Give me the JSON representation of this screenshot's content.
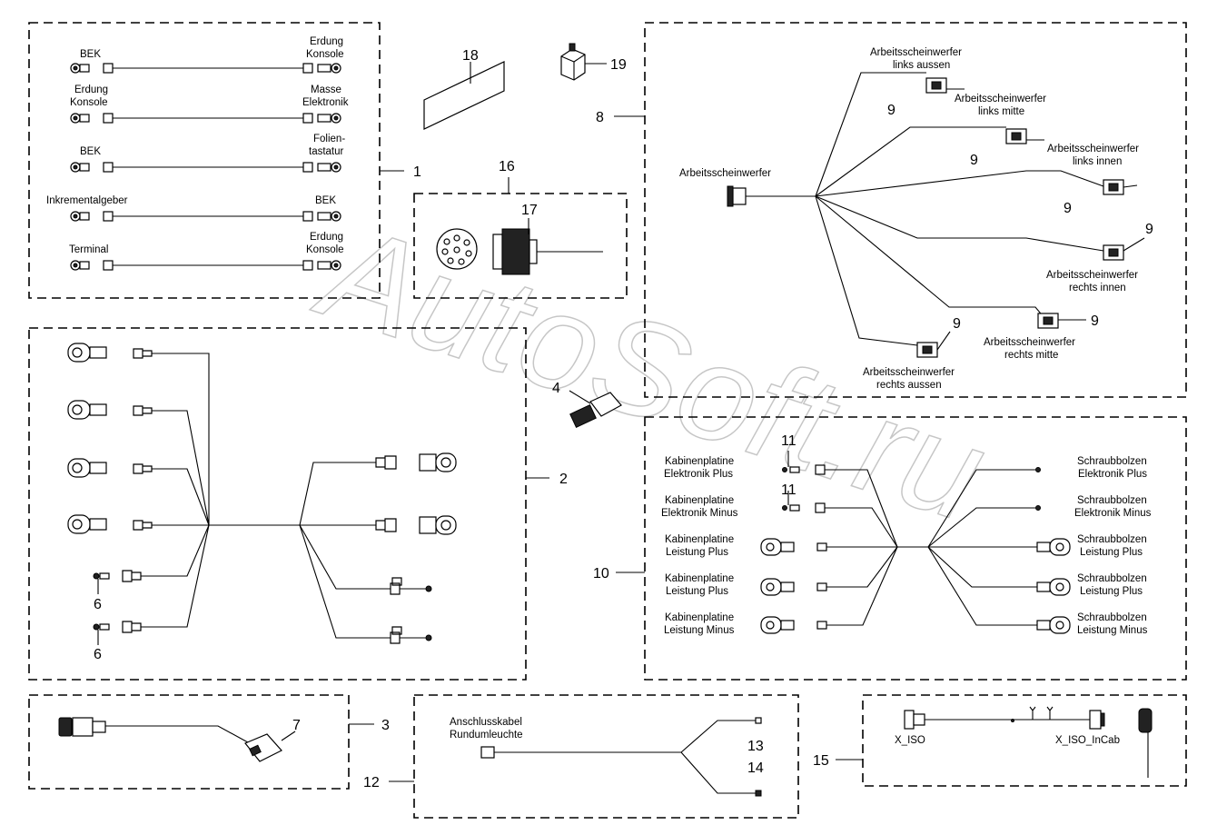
{
  "watermark": "AutoSoft.ru",
  "group1": {
    "callout": "1",
    "cables": [
      {
        "left": "BEK",
        "right1": "Erdung",
        "right2": "Konsole"
      },
      {
        "left1": "Erdung",
        "left2": "Konsole",
        "right1": "Masse",
        "right2": "Elektronik"
      },
      {
        "left": "BEK",
        "right1": "Folien-",
        "right2": "tastatur"
      },
      {
        "left": "Inkrementalgeber",
        "right": "BEK"
      },
      {
        "left": "Terminal",
        "right1": "Erdung",
        "right2": "Konsole"
      }
    ]
  },
  "group2": {
    "callout": "2",
    "item6a": "6",
    "item6b": "6"
  },
  "group3": {
    "callout": "3",
    "item7": "7"
  },
  "item4": "4",
  "group8": {
    "callout": "8",
    "main_label": "Arbeitsscheinwerfer",
    "lamps": [
      {
        "l1": "Arbeitsscheinwerfer",
        "l2": "links aussen",
        "num": "9"
      },
      {
        "l1": "Arbeitsscheinwerfer",
        "l2": "links mitte",
        "num": "9"
      },
      {
        "l1": "Arbeitsscheinwerfer",
        "l2": "links innen",
        "num": "9"
      },
      {
        "l1": "Arbeitsscheinwerfer",
        "l2": "rechts innen",
        "num": "9"
      },
      {
        "l1": "Arbeitsscheinwerfer",
        "l2": "rechts mitte",
        "num": "9"
      },
      {
        "l1": "Arbeitsscheinwerfer",
        "l2": "rechts aussen",
        "num": "9"
      }
    ]
  },
  "group10": {
    "callout": "10",
    "item11a": "11",
    "item11b": "11",
    "left": [
      {
        "l1": "Kabinenplatine",
        "l2": "Elektronik Plus"
      },
      {
        "l1": "Kabinenplatine",
        "l2": "Elektronik Minus"
      },
      {
        "l1": "Kabinenplatine",
        "l2": "Leistung Plus"
      },
      {
        "l1": "Kabinenplatine",
        "l2": "Leistung Plus"
      },
      {
        "l1": "Kabinenplatine",
        "l2": "Leistung Minus"
      }
    ],
    "right": [
      {
        "l1": "Schraubbolzen",
        "l2": "Elektronik Plus"
      },
      {
        "l1": "Schraubbolzen",
        "l2": "Elektronik Minus"
      },
      {
        "l1": "Schraubbolzen",
        "l2": "Leistung Plus"
      },
      {
        "l1": "Schraubbolzen",
        "l2": "Leistung Plus"
      },
      {
        "l1": "Schraubbolzen",
        "l2": "Leistung Minus"
      }
    ]
  },
  "group12": {
    "callout": "12",
    "label1": "Anschlusskabel",
    "label2": "Rundumleuchte",
    "item13": "13",
    "item14": "14"
  },
  "group15": {
    "callout": "15",
    "x_iso": "X_ISO",
    "x_iso_incab": "X_ISO_InCab"
  },
  "group16": {
    "callout": "16",
    "item17": "17"
  },
  "item18": "18",
  "item19": "19"
}
